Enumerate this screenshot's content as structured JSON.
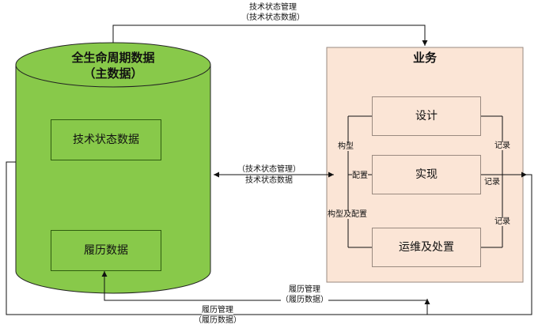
{
  "database": {
    "title_line1": "全生命周期数据",
    "title_line2": "（主数据）",
    "tech_data": "技术状态数据",
    "history_data": "履历数据",
    "fill_color": "#88c94a"
  },
  "business": {
    "title": "业务",
    "design": "设计",
    "implement": "实现",
    "ops": "运维及处置",
    "fill_color": "#fbe5d6"
  },
  "arrows": {
    "top_line1": "技术状态管理",
    "top_line2": "（技术状态数据）",
    "middle_line1": "（技术状态管理）",
    "middle_line2": "技术状态数据",
    "bottom_right_line1": "履历管理",
    "bottom_right_line2": "（履历数据）",
    "bottom_line1": "履历管理",
    "bottom_line2": "（履历数据）"
  },
  "loop_labels": {
    "structure": "构型",
    "config": "配置",
    "structure_config": "构型及配置",
    "record_1": "记录",
    "record_2": "记录",
    "record_3": "记录"
  }
}
